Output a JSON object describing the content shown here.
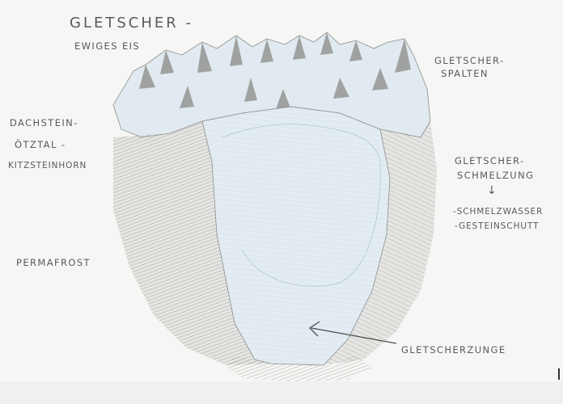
{
  "labels": {
    "title": "GLETSCHER -",
    "subtitle": "EWIGES EIS",
    "spalten_1": "GLETSCHER-",
    "spalten_2": "SPALTEN",
    "dachstein": "DACHSTEIN-",
    "oetztal": "ÖTZTAL -",
    "kitzsteinhorn": "KITZSTEINHORN",
    "schmelzung_1": "GLETSCHER-",
    "schmelzung_2": "SCHMELZUNG",
    "schmelzung_arrow": "↓",
    "schmelzwasser": "-SCHMELZWASSER",
    "gesteinschutt": "-GESTEINSCHUTT",
    "permafrost": "PERMAFROST",
    "gletscherzunge": "GLETSCHERZUNGE"
  },
  "colors": {
    "paper": "#f6f6f4",
    "ice": "#dfe9ef",
    "rock_shading": "#8a8a86",
    "pencil": "#5a5a5a"
  }
}
